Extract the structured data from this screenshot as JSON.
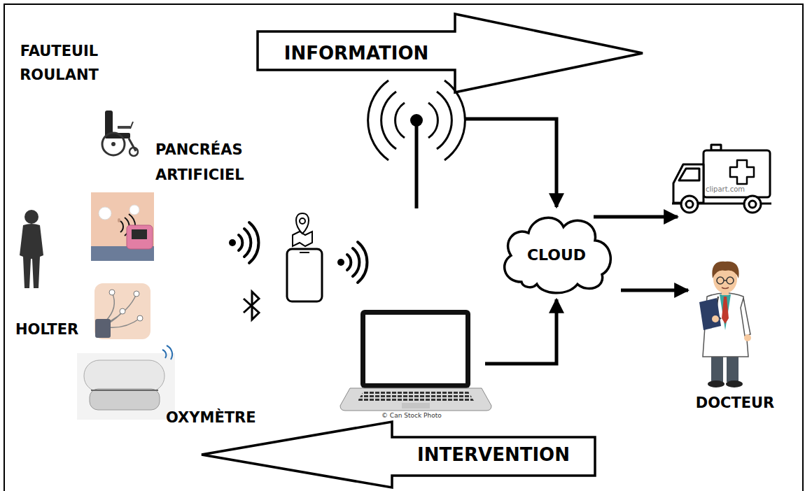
{
  "diagram": {
    "nodes": [
      {
        "text": [
          "INFORMATION"
        ]
      },
      {
        "text": [
          "CLOUD"
        ]
      },
      {
        "text": [
          "DOCTEUR"
        ]
      },
      {
        "text": [
          "INTERVENTION"
        ]
      }
    ],
    "edges": [
      {
        "from": 1,
        "to": 2,
        "arrow": "to"
      }
    ],
    "labels": [
      "FAUTEUIL ROULANT",
      "PANCRÉAS ARTIFICIEL",
      "HOLTER",
      "OXYMÈTRE",
      "© Can Stock Photo",
      "clipart.com"
    ]
  }
}
